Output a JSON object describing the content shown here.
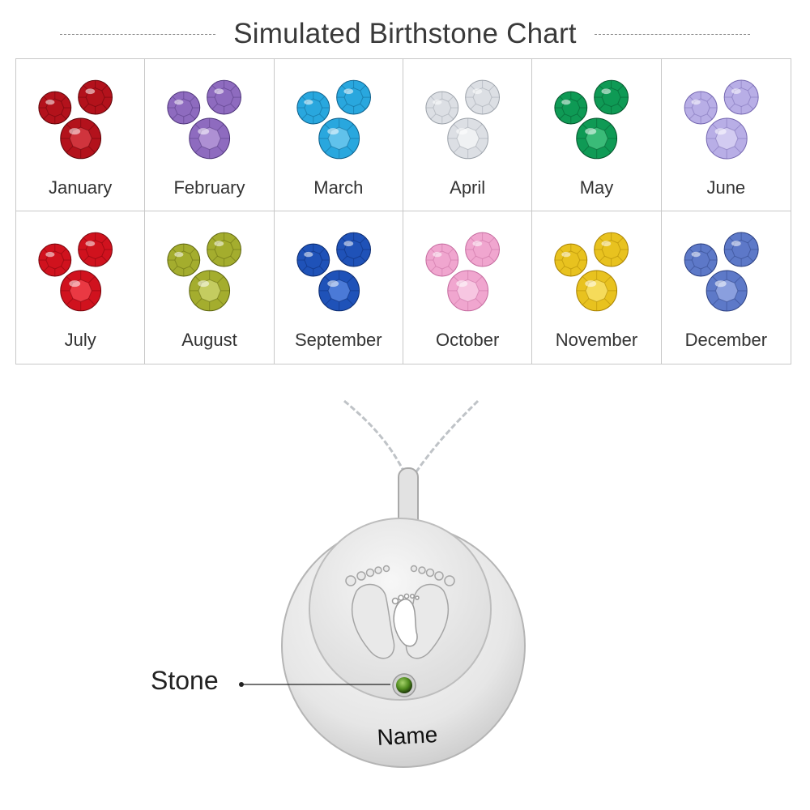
{
  "header": {
    "title": "Simulated Birthstone Chart"
  },
  "months": [
    {
      "label": "January",
      "color": "#b3121c",
      "light": "#e8505a",
      "dark": "#5e0509"
    },
    {
      "label": "February",
      "color": "#8e6bbf",
      "light": "#c8aee6",
      "dark": "#4e357a"
    },
    {
      "label": "March",
      "color": "#29a7de",
      "light": "#8fd8f6",
      "dark": "#0d5f8a"
    },
    {
      "label": "April",
      "color": "#dcdfe4",
      "light": "#ffffff",
      "dark": "#9aa0a8"
    },
    {
      "label": "May",
      "color": "#0f9a55",
      "light": "#5fd795",
      "dark": "#04532b"
    },
    {
      "label": "June",
      "color": "#b8aee6",
      "light": "#e8e3fa",
      "dark": "#7466b0"
    },
    {
      "label": "July",
      "color": "#d0121e",
      "light": "#ff5a63",
      "dark": "#76050c"
    },
    {
      "label": "August",
      "color": "#a4ad2e",
      "light": "#dfe58a",
      "dark": "#5d6410"
    },
    {
      "label": "September",
      "color": "#1f52b8",
      "light": "#6f9bf0",
      "dark": "#0b2a6e"
    },
    {
      "label": "October",
      "color": "#f0a6cf",
      "light": "#fde0f0",
      "dark": "#c46a9e"
    },
    {
      "label": "November",
      "color": "#e8c21f",
      "light": "#fff08a",
      "dark": "#a67f00"
    },
    {
      "label": "December",
      "color": "#5d79c8",
      "light": "#aebff0",
      "dark": "#2b3f80"
    }
  ],
  "pendant": {
    "stone_label": "Stone",
    "engraving": "Name",
    "stone_color": "#4f8a1e"
  }
}
